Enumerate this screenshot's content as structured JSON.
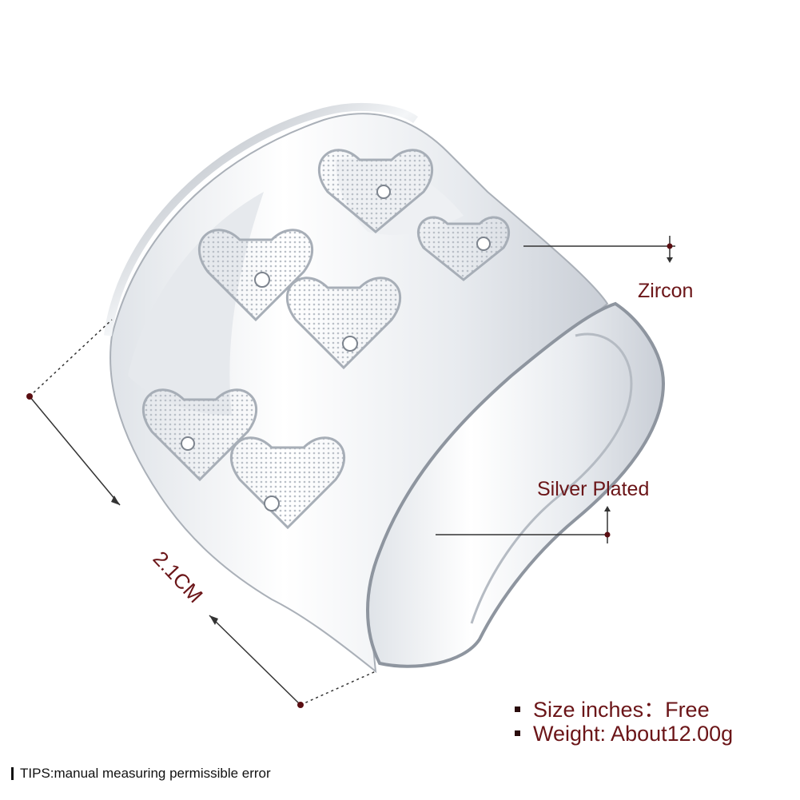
{
  "image": {
    "subject": "silver-plated open cuff ring with heart filigree",
    "background_color": "#ffffff"
  },
  "callouts": {
    "zircon": "Zircon",
    "plating": "Silver Plated"
  },
  "dimension": {
    "width_label": "2.1CM"
  },
  "specs": [
    {
      "label": "Size inches：Free"
    },
    {
      "label": "Weight:  About12.00g"
    }
  ],
  "tips": "TIPS:manual measuring permissible error",
  "colors": {
    "label_text": "#6b1518",
    "marker": "#5a0e12",
    "line": "#333333"
  }
}
